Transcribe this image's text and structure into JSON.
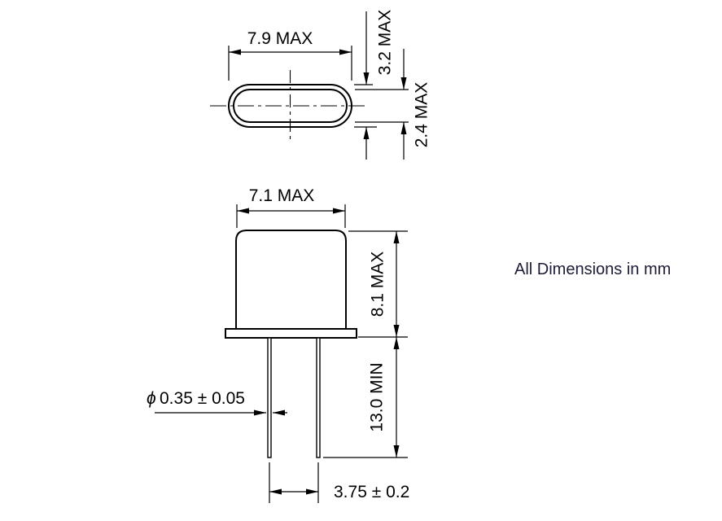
{
  "note": "All Dimensions in mm",
  "top_view": {
    "name": "package top view",
    "width": "7.9 MAX",
    "overall_thickness": "3.2 MAX",
    "cover_thickness": "2.4 MAX"
  },
  "front_view": {
    "name": "package front view",
    "body_width": "7.1 MAX",
    "body_height": "8.1 MAX",
    "lead_length": "13.0 MIN",
    "lead_diameter_symbol": "ϕ",
    "lead_diameter": "0.35 ± 0.05",
    "lead_spacing": "3.75 ± 0.2"
  },
  "colors": {
    "line": "#000000",
    "text": "#000000",
    "note_text": "#1c1c36",
    "background": "#ffffff"
  }
}
